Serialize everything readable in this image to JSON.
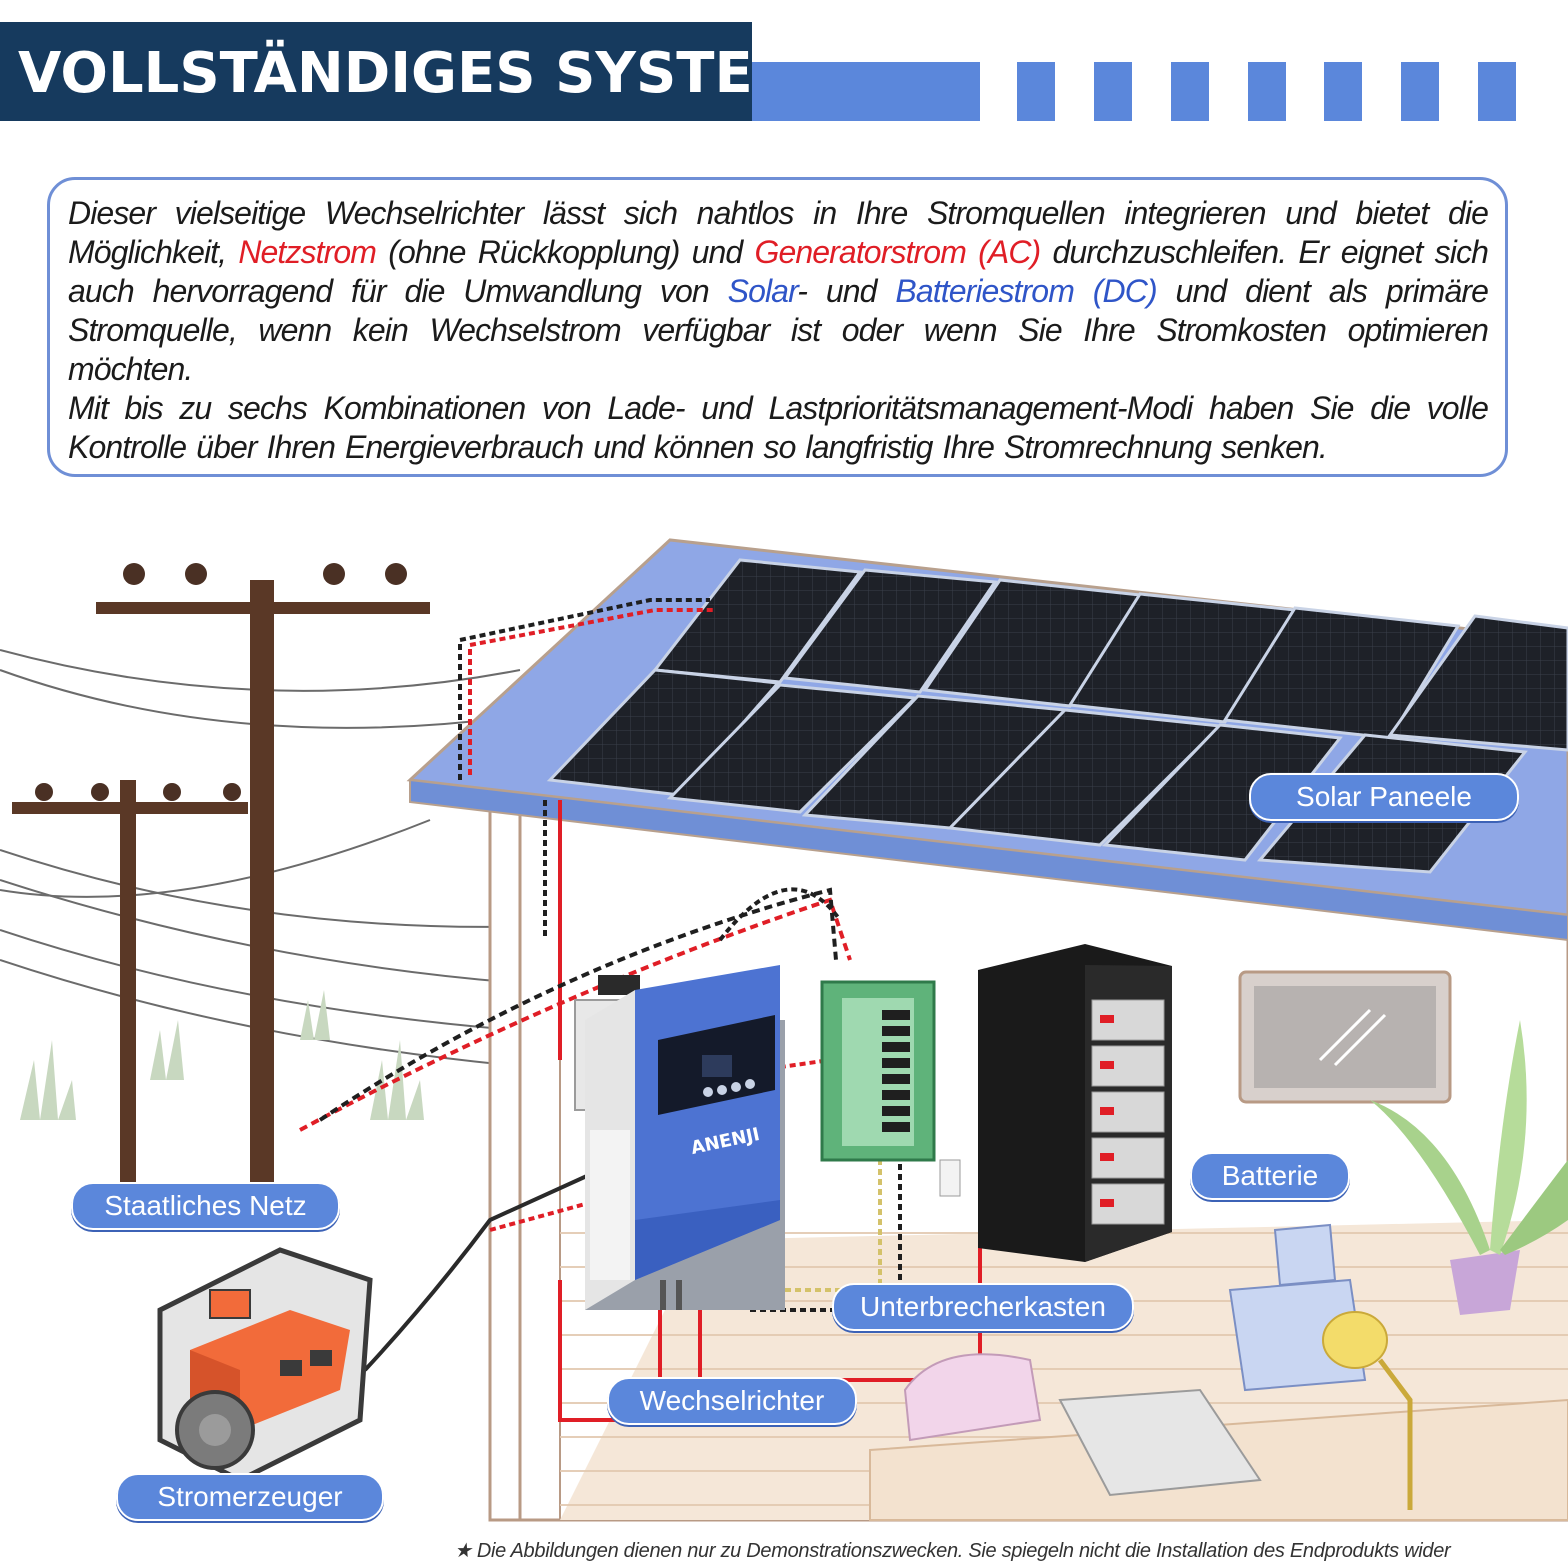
{
  "header": {
    "title": "VOLLSTÄNDIGES SYSTEM"
  },
  "intro": {
    "p1": [
      {
        "text": "Dieser vielseitige Wechselrichter lässt sich nahtlos in Ihre Stromquellen integrieren und bietet die Möglichkeit, ",
        "style": "plain"
      },
      {
        "text": "Netzstrom",
        "style": "red"
      },
      {
        "text": " (ohne Rückkopplung) und ",
        "style": "plain"
      },
      {
        "text": "Generatorstrom (AC)",
        "style": "red"
      },
      {
        "text": " durchzuschleifen. Er eignet sich auch hervorragend für die Umwandlung von ",
        "style": "plain"
      },
      {
        "text": "Solar",
        "style": "blue"
      },
      {
        "text": "- und ",
        "style": "plain"
      },
      {
        "text": "Batteriestrom (DC)",
        "style": "blue"
      },
      {
        "text": " und dient als primäre Stromquelle, wenn kein Wechselstrom verfügbar ist oder wenn Sie Ihre Stromkosten optimieren möchten.",
        "style": "plain"
      }
    ],
    "p2": "Mit bis zu sechs Kombinationen von Lade- und Lastprioritätsmanagement-Modi haben Sie die volle Kontrolle über Ihren Energieverbrauch und können so langfristig Ihre Stromrechnung senken."
  },
  "labels": {
    "solar": "Solar Paneele",
    "grid": "Staatliches Netz",
    "battery": "Batterie",
    "breaker": "Unterbrecherkasten",
    "inverter": "Wechselrichter",
    "generator": "Stromerzeuger"
  },
  "device": {
    "brand": "ANENJI"
  },
  "footnote": "★ Die Abbildungen dienen nur zu Demonstrationszwecken. Sie spiegeln nicht die Installation des Endprodukts wider",
  "colors": {
    "header_dark": "#163a5e",
    "accent_blue": "#5b87db",
    "highlight_red": "#e01e26",
    "highlight_blue": "#2f55c8"
  }
}
